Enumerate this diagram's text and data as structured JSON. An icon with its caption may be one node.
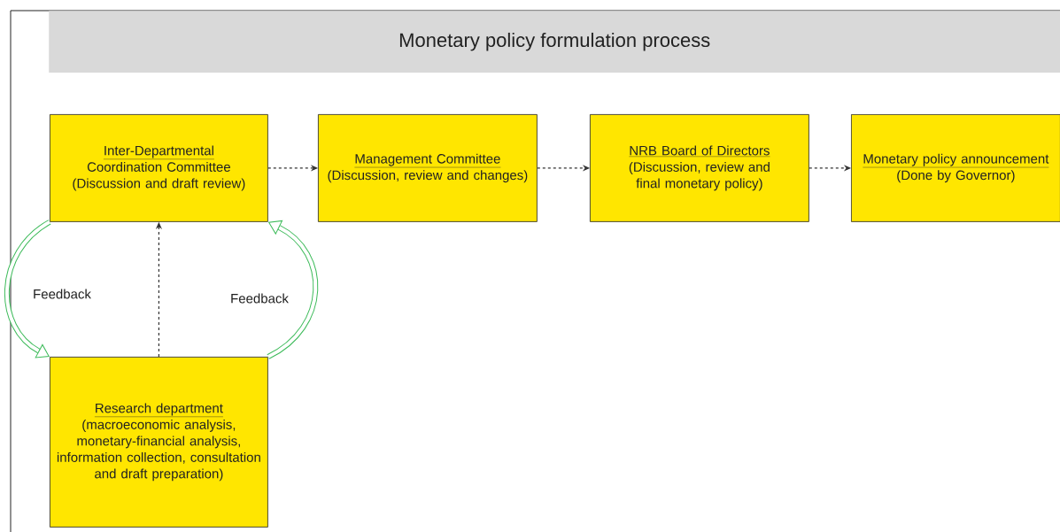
{
  "diagram": {
    "title": "Monetary policy formulation process",
    "nodes": [
      {
        "text": [
          "Inter-Departmental",
          "Coordination Committee (Discussion and draft review)"
        ]
      },
      {
        "text": [
          "Management Committee",
          "(Discussion, review and changes)"
        ]
      },
      {
        "text": [
          "NRB Board of Directors",
          "(Discussion, review and final monetary policy)"
        ]
      },
      {
        "text": [
          "Monetary policy announcement",
          "(Done by Governor)"
        ]
      },
      {
        "text": [
          "Research department",
          "(macroeconomic analysis, monetary-financial analysis, information collection, consultation and draft preparation)"
        ]
      }
    ],
    "edges": [
      {
        "from": 0,
        "to": 1,
        "arrow": "to",
        "style": "dashed"
      },
      {
        "from": 1,
        "to": 2,
        "arrow": "to",
        "style": "dashed"
      },
      {
        "from": 2,
        "to": 3,
        "arrow": "to",
        "style": "dashed"
      },
      {
        "from": 4,
        "to": 0,
        "arrow": "to",
        "style": "dashed"
      },
      {
        "from": 0,
        "to": 4,
        "arrow": "to",
        "label": "Feedback",
        "style": "thick",
        "color": "#3dbb5a"
      },
      {
        "from": 4,
        "to": 0,
        "arrow": "to",
        "label": "Feedback",
        "style": "thick",
        "color": "#3dbb5a"
      }
    ]
  }
}
